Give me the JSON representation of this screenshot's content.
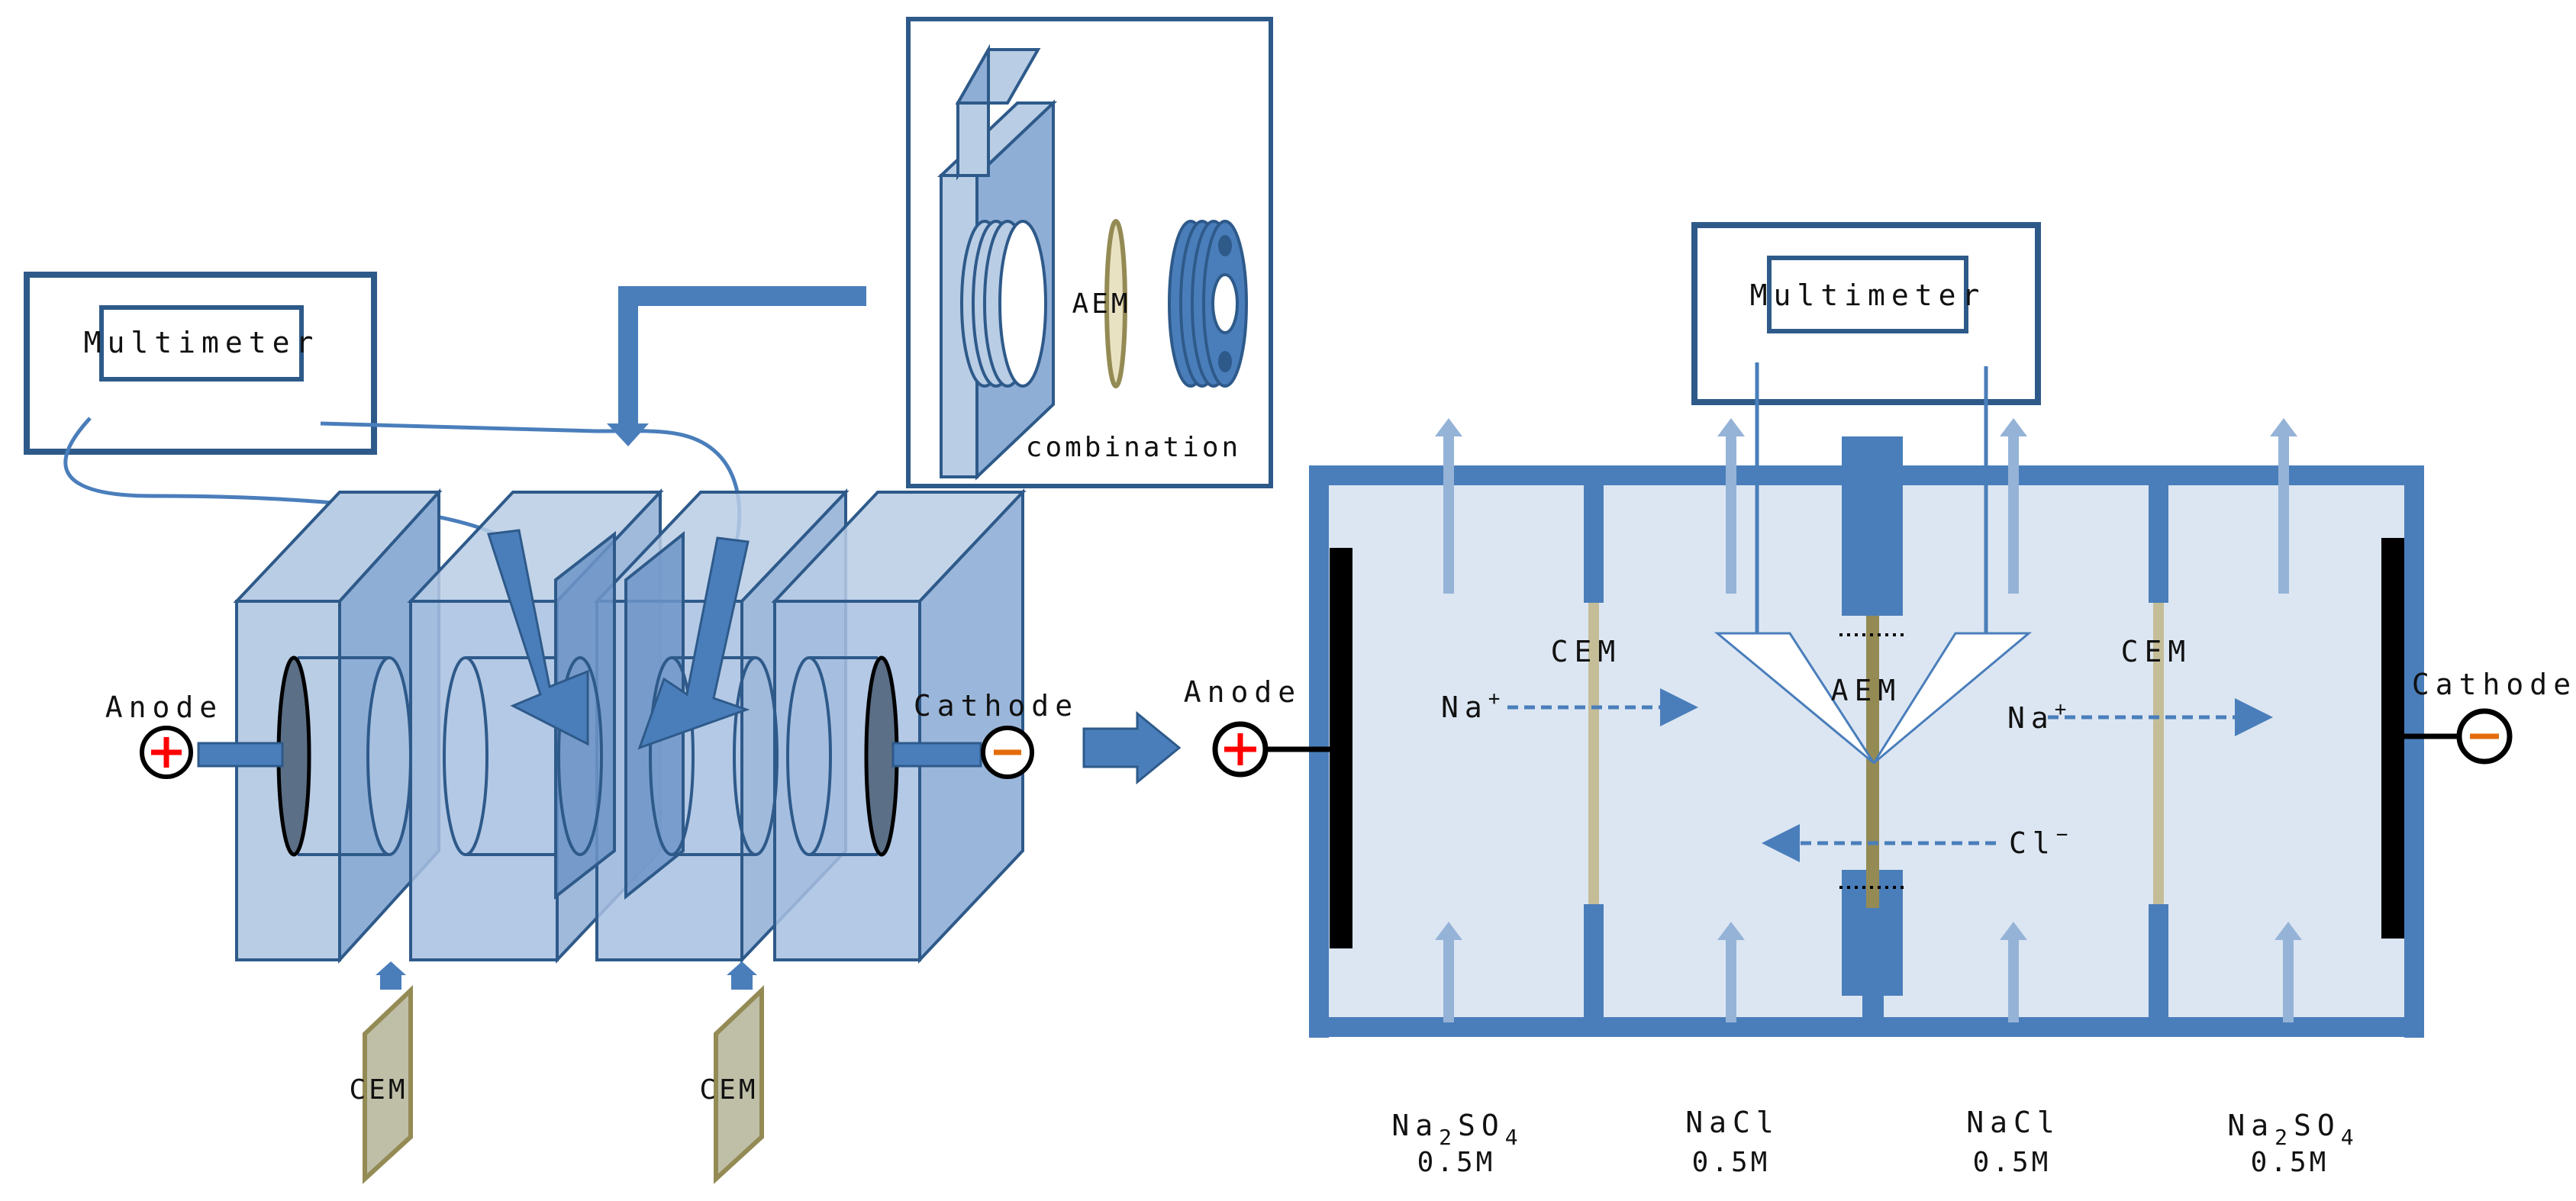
{
  "left": {
    "multimeter": "Multimeter",
    "anode": "Anode",
    "cathode": "Cathode",
    "cem_left": "CEM",
    "cem_right": "CEM",
    "inset": {
      "aem": "AEM",
      "caption": "combination"
    }
  },
  "right": {
    "multimeter": "Multimeter",
    "anode": "Anode",
    "cathode": "Cathode",
    "cem_left": "CEM",
    "cem_right": "CEM",
    "aem": "AEM",
    "ion_na_left": "Na",
    "ion_na_right": "Na",
    "ion_plus": "+",
    "ion_cl": "Cl",
    "ion_minus": "−",
    "solutions": [
      {
        "name": "Na",
        "sub1": "2",
        "mid": "SO",
        "sub2": "4",
        "conc": "0.5M"
      },
      {
        "name": "NaCl",
        "conc": "0.5M"
      },
      {
        "name": "NaCl",
        "conc": "0.5M"
      },
      {
        "name": "Na",
        "sub1": "2",
        "mid": "SO",
        "sub2": "4",
        "conc": "0.5M"
      }
    ]
  },
  "colors": {
    "frame_blue": "#4A7EBB",
    "cell_fill": "#DCE6F2",
    "box_fill": "#B9CDE5",
    "cem_color": "#C4BD97",
    "aem_color": "#948A54",
    "arrow_light": "#95B3D7",
    "anode_red": "#FF0000",
    "cathode_orange": "#E46C0A"
  }
}
